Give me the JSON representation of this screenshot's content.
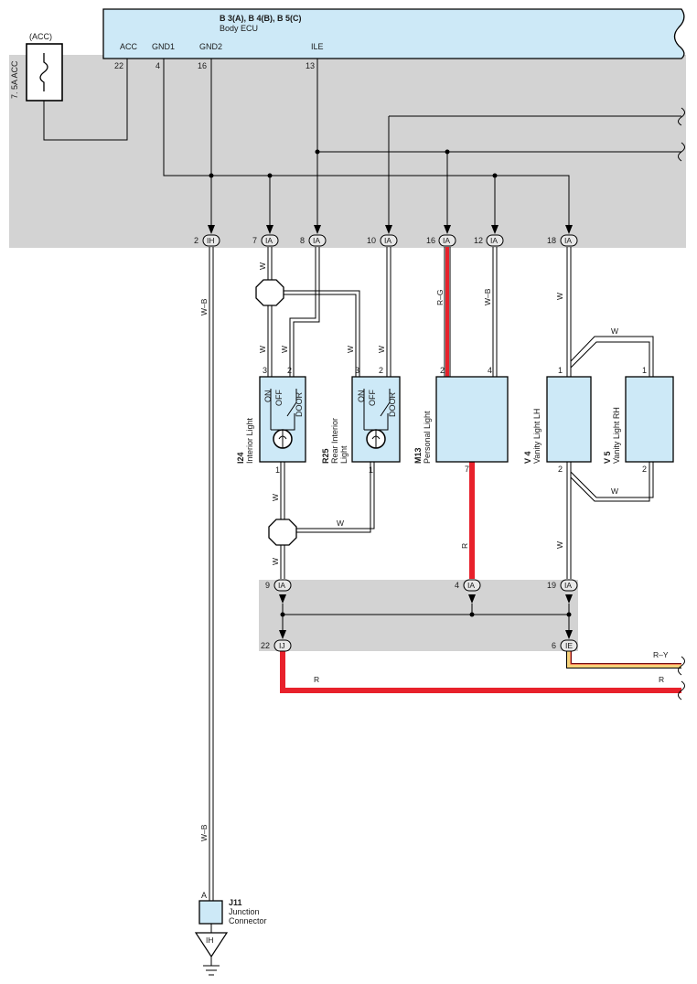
{
  "ecu": {
    "ids": "B 3(A), B 4(B), B 5(C)",
    "name": "Body ECU",
    "pins": [
      {
        "label": "ACC",
        "num": "22"
      },
      {
        "label": "GND1",
        "num": "4"
      },
      {
        "label": "GND2",
        "num": "16"
      },
      {
        "label": "ILE",
        "num": "13"
      }
    ]
  },
  "fuse": {
    "top": "(ACC)",
    "side": "7. 5A ACC"
  },
  "top_connectors": [
    {
      "num": "2",
      "code": "IH"
    },
    {
      "num": "7",
      "code": "IA"
    },
    {
      "num": "8",
      "code": "IA"
    },
    {
      "num": "10",
      "code": "IA"
    },
    {
      "num": "16",
      "code": "IA"
    },
    {
      "num": "12",
      "code": "IA"
    },
    {
      "num": "18",
      "code": "IA"
    }
  ],
  "bottom_connectors": [
    {
      "num": "9",
      "code": "IA"
    },
    {
      "num": "4",
      "code": "IA"
    },
    {
      "num": "19",
      "code": "IA"
    },
    {
      "num": "22",
      "code": "IJ"
    },
    {
      "num": "6",
      "code": "IE"
    }
  ],
  "components": {
    "i24": {
      "id": "I24",
      "name": "Interior Light",
      "pin_a": "3",
      "pin_b": "2",
      "pin_c": "1",
      "sw_on": "ON",
      "sw_off": "OFF",
      "sw_door": "DOOR"
    },
    "r25": {
      "id": "R25",
      "name": "Rear Interior",
      "name2": "Light",
      "pin_a": "3",
      "pin_b": "2",
      "pin_c": "1",
      "sw_on": "ON",
      "sw_off": "OFF",
      "sw_door": "DOOR"
    },
    "m13": {
      "id": "M13",
      "name": "Personal Light",
      "pin_a": "2",
      "pin_b": "4",
      "pin_c": "7"
    },
    "v4": {
      "id": "V 4",
      "name": "Vanity Light LH",
      "pin_a": "1",
      "pin_b": "2"
    },
    "v5": {
      "id": "V 5",
      "name": "Vanity Light RH",
      "pin_a": "1",
      "pin_b": "2"
    },
    "j11": {
      "id": "J11",
      "name": "Junction",
      "name2": "Connector",
      "pin": "A",
      "ground": "IH"
    }
  },
  "wire_labels": {
    "w_b": "W–B",
    "w": "W",
    "r_g": "R–G",
    "r": "R",
    "r_y": "R–Y"
  },
  "colors": {
    "ecu_fill": "#cde9f7",
    "panel_gray": "#d3d3d3",
    "wire_red": "#e8212b",
    "wire_yellow": "#f5d37a",
    "component_fill": "#cde9f7"
  }
}
